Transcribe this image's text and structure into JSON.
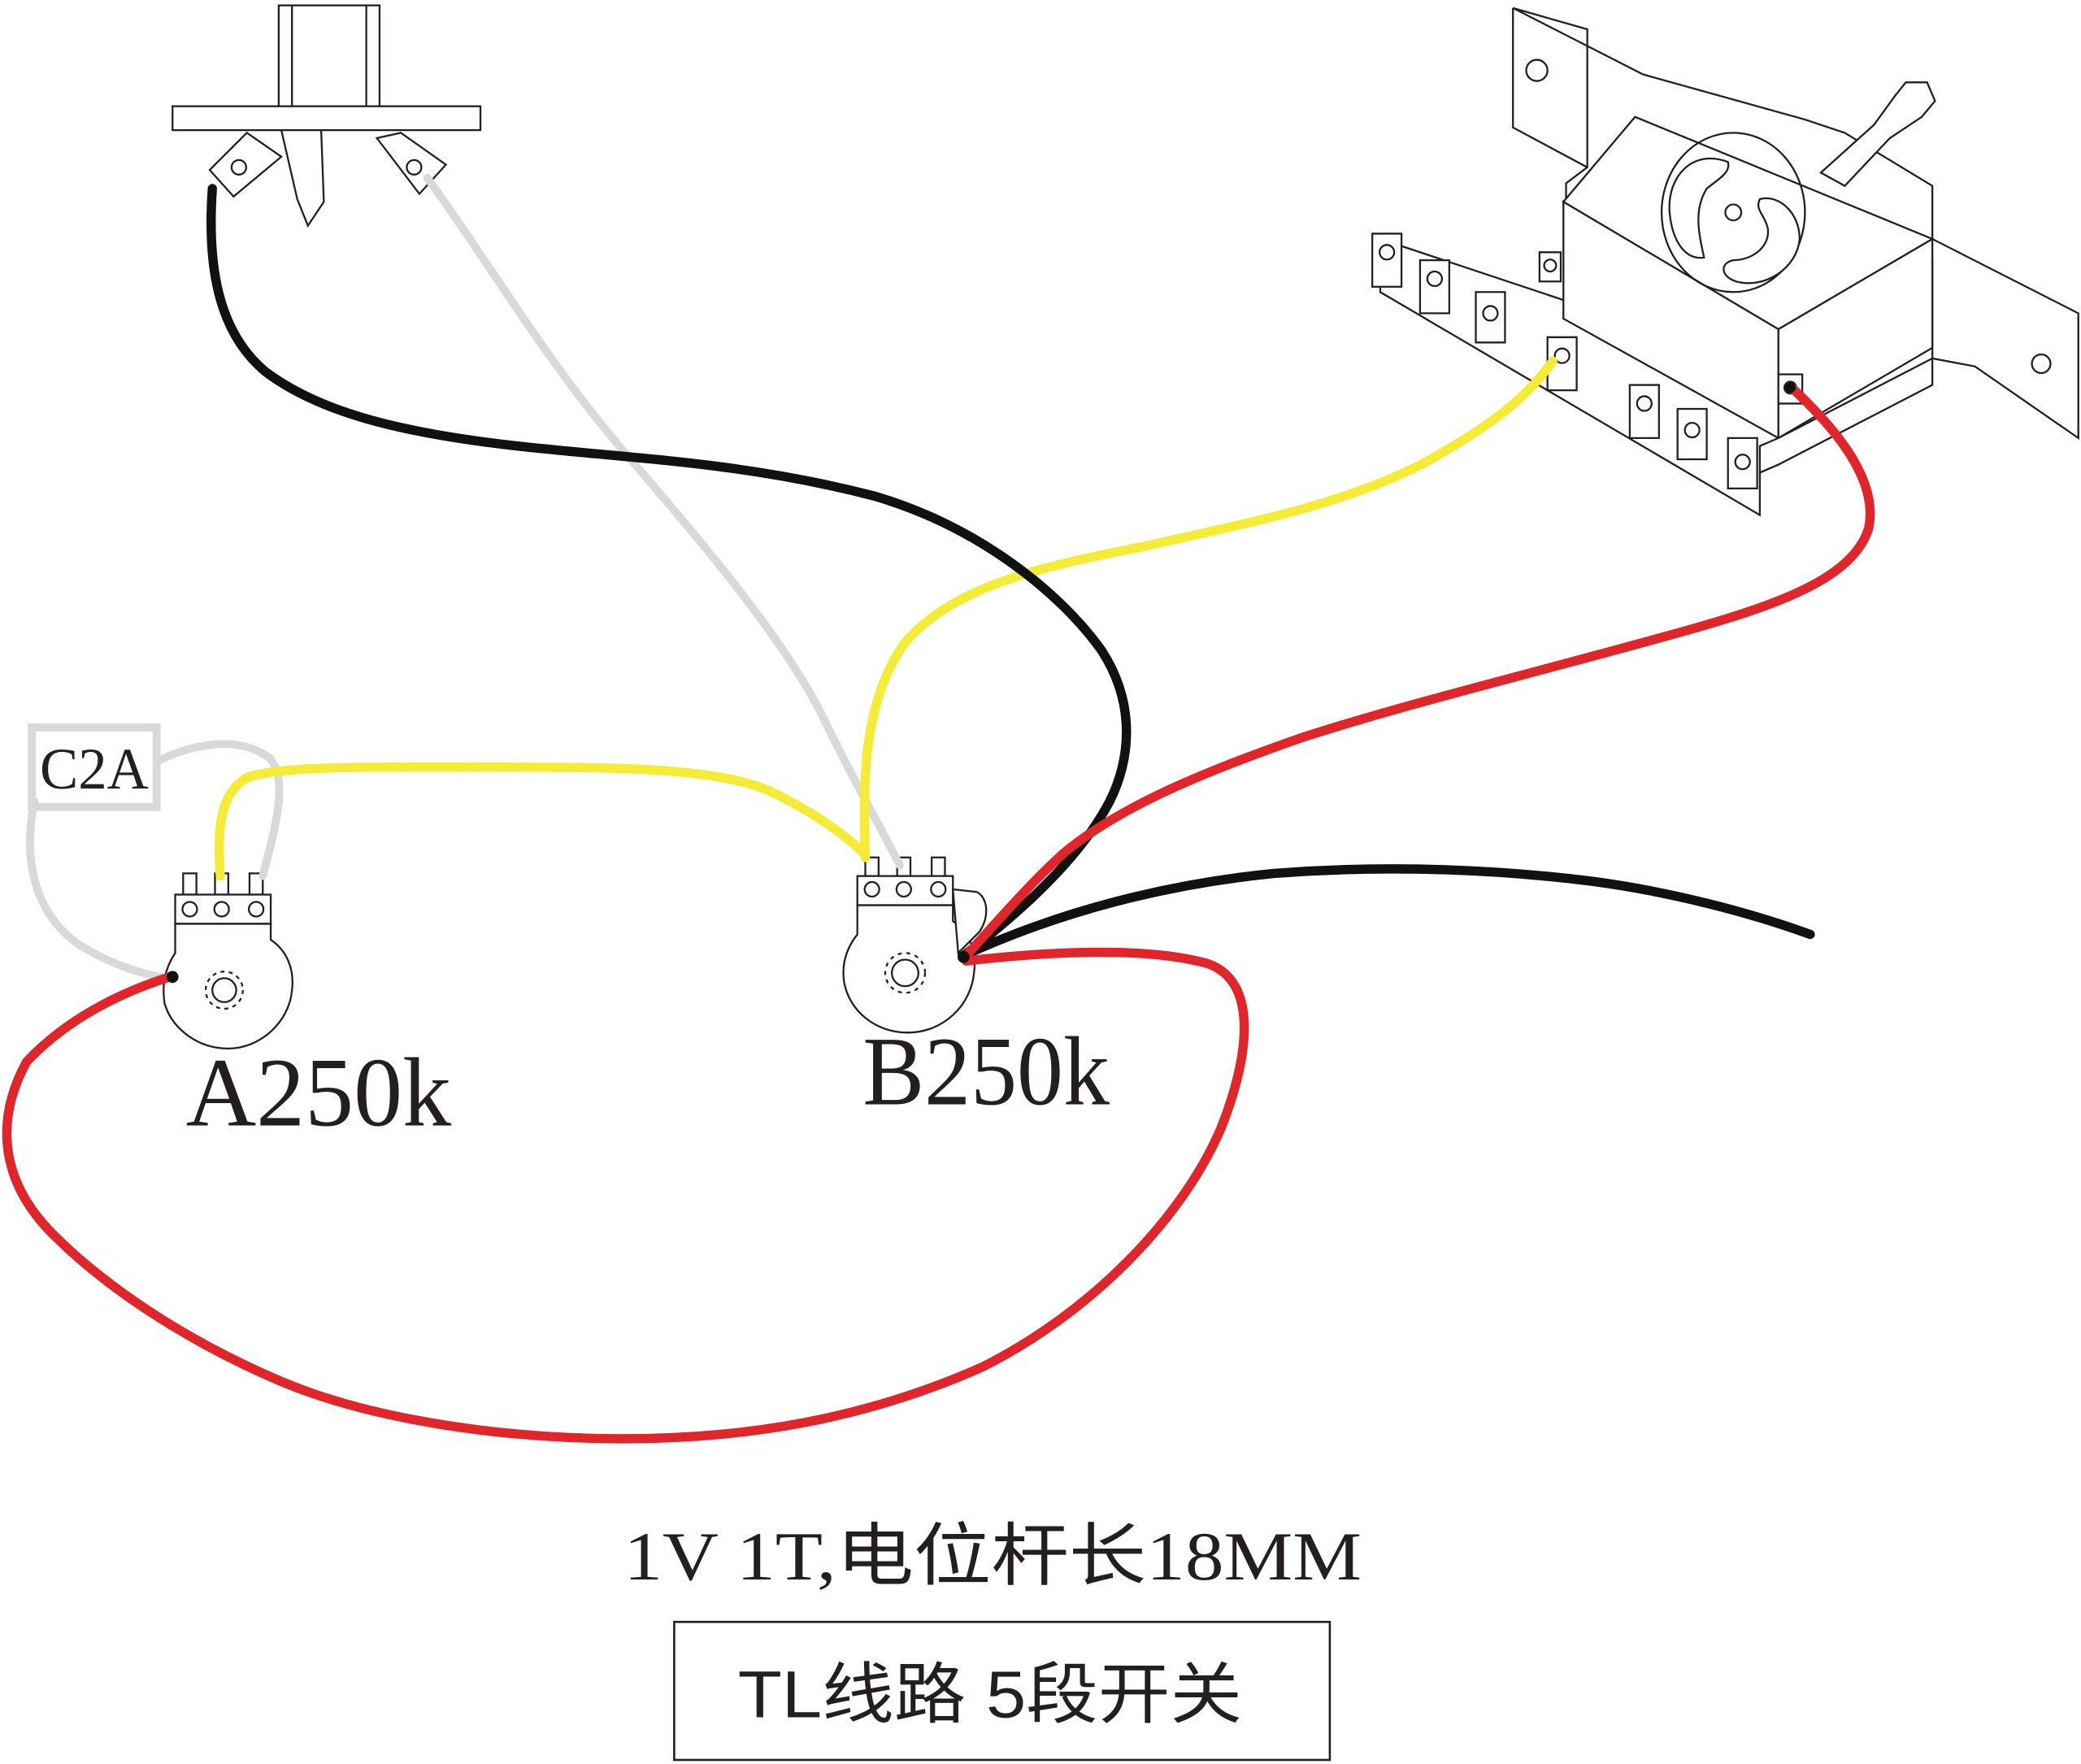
{
  "labels": {
    "capacitor": "C2A",
    "pot_a": "A250k",
    "pot_b": "B250k",
    "spec": "1V 1T,电位杆长18MM",
    "title": "TL线路 5段开关"
  },
  "wire_colors": {
    "black": "#111111",
    "white": "#d9d9d9",
    "yellow": "#f5ec38",
    "red": "#e0262a"
  },
  "line_color": "#231f20"
}
